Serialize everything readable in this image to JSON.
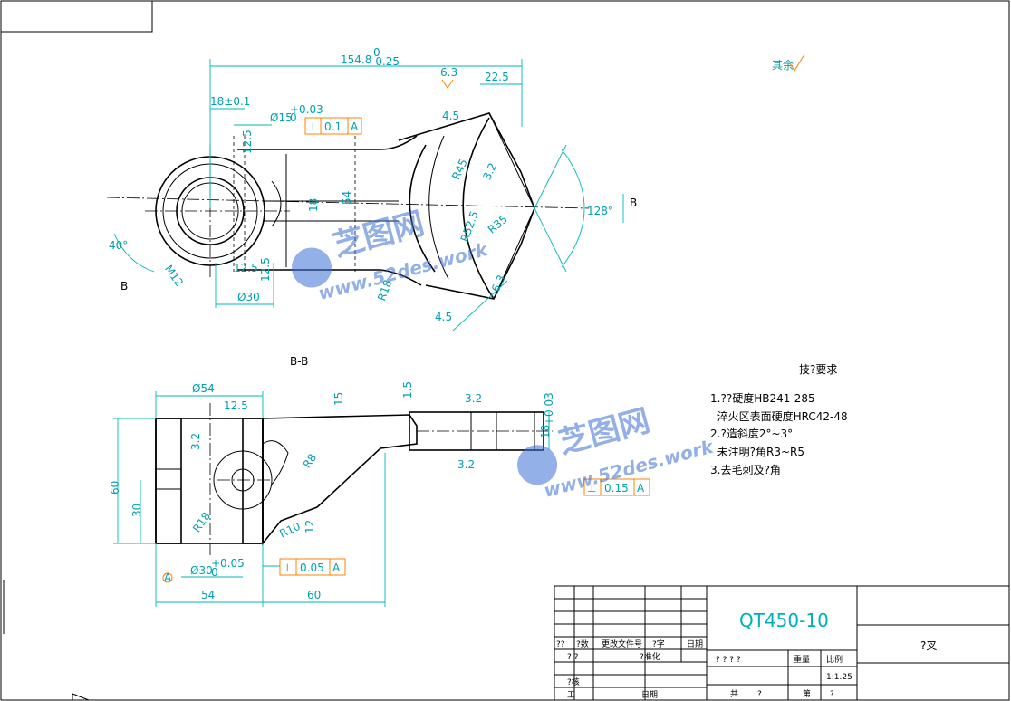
{
  "view_top": {
    "overall_length": "154.8",
    "overall_upper": "0",
    "overall_lower": "-0.25",
    "pos_18": "18±0.1",
    "bore_dia": "Ø15",
    "bore_upper": "+0.03",
    "bore_lower": "0",
    "fcf1_symbol": "⊥",
    "fcf1_tol": "0.1",
    "fcf1_datum": "A",
    "dim_22_5": "22.5",
    "rough_6_3_top": "6.3",
    "dim_4_5_top": "4.5",
    "r45": "R45",
    "dim_3_2": "3.2",
    "r52_5": "R52.5",
    "r35": "R35",
    "angle_128": "128°",
    "label_b_right": "B",
    "rough_12_5_a": "12.5",
    "dim_54": "54",
    "dim_18": "18",
    "angle_40": "40°",
    "label_b_left": "B",
    "m12": "M12",
    "rough_12_5_b": "12.5",
    "rough_12_5_c": "12.5",
    "dia30": "Ø30",
    "r18": "R18",
    "dim_4_5_bot": "4.5",
    "rough_6_3_bot": "6.3",
    "rest_rough": "其余"
  },
  "section_label": "B-B",
  "view_section": {
    "dia54": "Ø54",
    "rough_12_5": "12.5",
    "dim_15": "15",
    "dim_1_5": "1.5",
    "rough_3_2_a": "3.2",
    "rough_3_2_b": "3.2",
    "rough_3_2_c": "3.2",
    "dim_18_bore": "18",
    "dim_18_bore_tol": "+0.03",
    "r8": "R8",
    "dim_60_v": "60",
    "dim_30_v": "30",
    "r18": "R18",
    "r10": "R10",
    "dim_12": "12",
    "fcf2_symbol": "⊥",
    "fcf2_tol": "0.15",
    "fcf2_datum": "A",
    "fcf3_symbol": "⊥",
    "fcf3_tol": "0.05",
    "fcf3_datum": "A",
    "datum_a": "A",
    "dia30": "Ø30",
    "dia30_upper": "+0.05",
    "dia30_lower": "0",
    "dim_54_h": "54",
    "dim_60_h": "60"
  },
  "tech_req": {
    "title": "技?要求",
    "items": [
      "1.??硬度HB241-285",
      "  淬火区表面硬度HRC42-48",
      "2.?造斜度2°~3°",
      "  未注明?角R3~R5",
      "3.去毛刺及?角"
    ]
  },
  "title_block": {
    "material": "QT450-10",
    "drawing_name": "?叉",
    "h_mark": "??",
    "h_count": "?数",
    "h_docno": "更改文件号",
    "h_sign": "?字",
    "h_date": "日期",
    "r_design": "? ?",
    "r_std": "?准化",
    "r_check": "?核",
    "r_process": "工",
    "r_date2": "日期",
    "stage": "? ? ? ?",
    "weight": "重量",
    "scale_label": "比例",
    "scale": "1:1.25",
    "total": "共",
    "sheet_q1": "?",
    "sheet": "第",
    "sheet_q2": "?"
  },
  "watermark": {
    "brand": "芝图网",
    "site": "www.52des.work"
  },
  "colors": {
    "dimension": "#00b8b8",
    "tolerance_frame": "#ff8000",
    "linework": "#000000",
    "watermark": "#3a6fd6"
  }
}
